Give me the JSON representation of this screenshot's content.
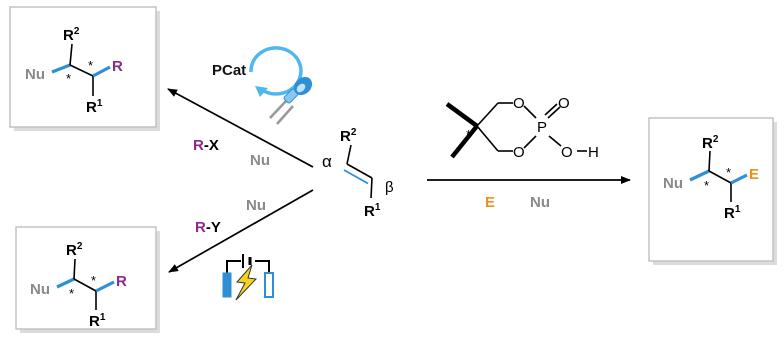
{
  "colors": {
    "black": "#000000",
    "grey_text": "#8a8a8a",
    "purple": "#8b2a8b",
    "orange": "#f0901e",
    "blue": "#2e8fd6",
    "light_blue_ring": "#4fb7ef",
    "box_border": "#bfbfbf",
    "box_shadow": "#dcdcdc"
  },
  "icons": [
    "photocatalyst-cycle-icon",
    "blue-led-icon",
    "electrochemical-cell-icon",
    "lightning-bolt-icon"
  ],
  "substrate": {
    "r2": "R",
    "r2_sup": "2",
    "r1": "R",
    "r1_sup": "1",
    "alpha": "α",
    "beta": "β"
  },
  "photo_route": {
    "catalyst": "PCat",
    "reagent_r": "R",
    "reagent_rest": "-X",
    "nucleophile": "Nu"
  },
  "electro_route": {
    "reagent_r": "R",
    "reagent_rest": "-Y",
    "nucleophile": "Nu"
  },
  "acid_route": {
    "electrophile": "E",
    "nucleophile": "Nu",
    "catalyst": {
      "o_top": "O",
      "o_bottom": "O",
      "o_double": "O",
      "o_h_o": "O",
      "h": "H",
      "p": "P",
      "star": "*"
    }
  },
  "product_photo": {
    "nu": "Nu",
    "r2": "R",
    "r2_sup": "2",
    "r1": "R",
    "r1_sup": "1",
    "r": "R",
    "star": "*"
  },
  "product_electro": {
    "nu": "Nu",
    "r2": "R",
    "r2_sup": "2",
    "r1": "R",
    "r1_sup": "1",
    "r": "R",
    "star": "*"
  },
  "product_acid": {
    "nu": "Nu",
    "r2": "R",
    "r2_sup": "2",
    "r1": "R",
    "r1_sup": "1",
    "e": "E",
    "star": "*"
  }
}
